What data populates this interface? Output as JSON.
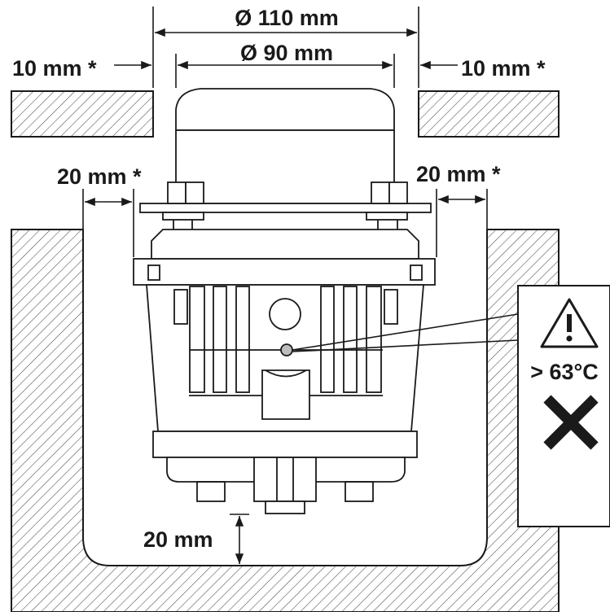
{
  "dimensions": {
    "outer_diameter": "Ø 110 mm",
    "inner_diameter": "Ø 90 mm",
    "top_left_clearance": "10 mm *",
    "top_right_clearance": "10 mm *",
    "side_left_clearance": "20 mm *",
    "side_right_clearance": "20 mm *",
    "bottom_clearance": "20 mm"
  },
  "warning": {
    "temperature": "> 63°C",
    "icons": [
      "warning-triangle-icon",
      "prohibited-cross-icon"
    ]
  },
  "colors": {
    "line": "#1a1a1a",
    "hatch": "#4a4a4a",
    "device_fill": "#ffffff"
  }
}
